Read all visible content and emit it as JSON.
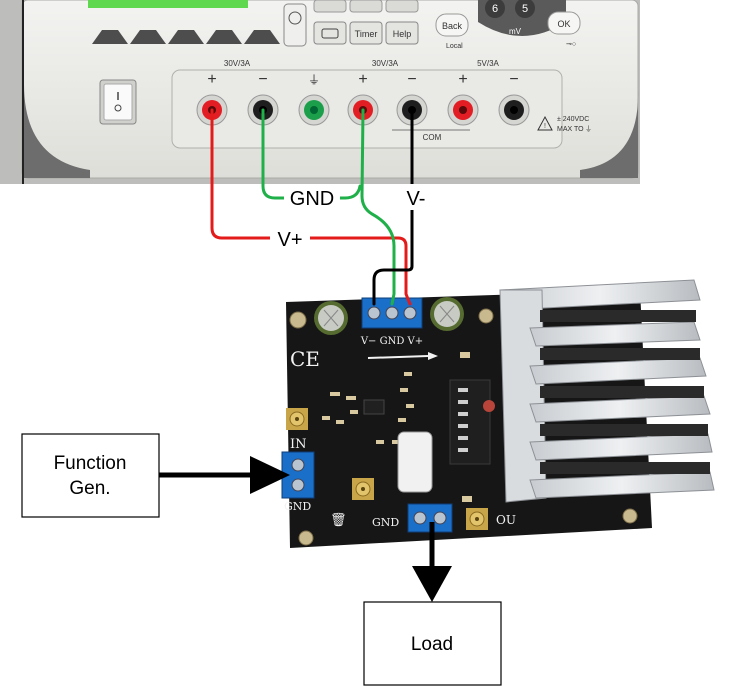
{
  "power_supply": {
    "buttons": [
      "Timer",
      "Help"
    ],
    "nav_buttons": [
      "Back",
      "OK"
    ],
    "nav_sublabels": [
      "Local"
    ],
    "keypad_digits": [
      "6",
      "5"
    ],
    "unit_label": "mV",
    "channel_ratings": [
      "30V/3A",
      "30V/3A",
      "5V/3A"
    ],
    "com_label": "COM",
    "warning_lines": [
      "± 240VDC",
      "MAX TO"
    ]
  },
  "wire_labels": {
    "gnd": "GND",
    "vneg": "V-",
    "vpos": "V+"
  },
  "pcb": {
    "supply_terminal": "V− GND V+",
    "ce_mark": "CE",
    "input_label": "IN",
    "input_gnd": "GND",
    "bottom_gnd": "GND",
    "out_partial": "OU"
  },
  "boxes": {
    "function_gen": [
      "Function",
      "Gen."
    ],
    "load": "Load"
  },
  "colors": {
    "wire_red": "#e31b1b",
    "wire_green": "#1fb04a",
    "wire_black": "#000000",
    "pcb": "#161616",
    "terminal_blue": "#1a6fc9"
  }
}
